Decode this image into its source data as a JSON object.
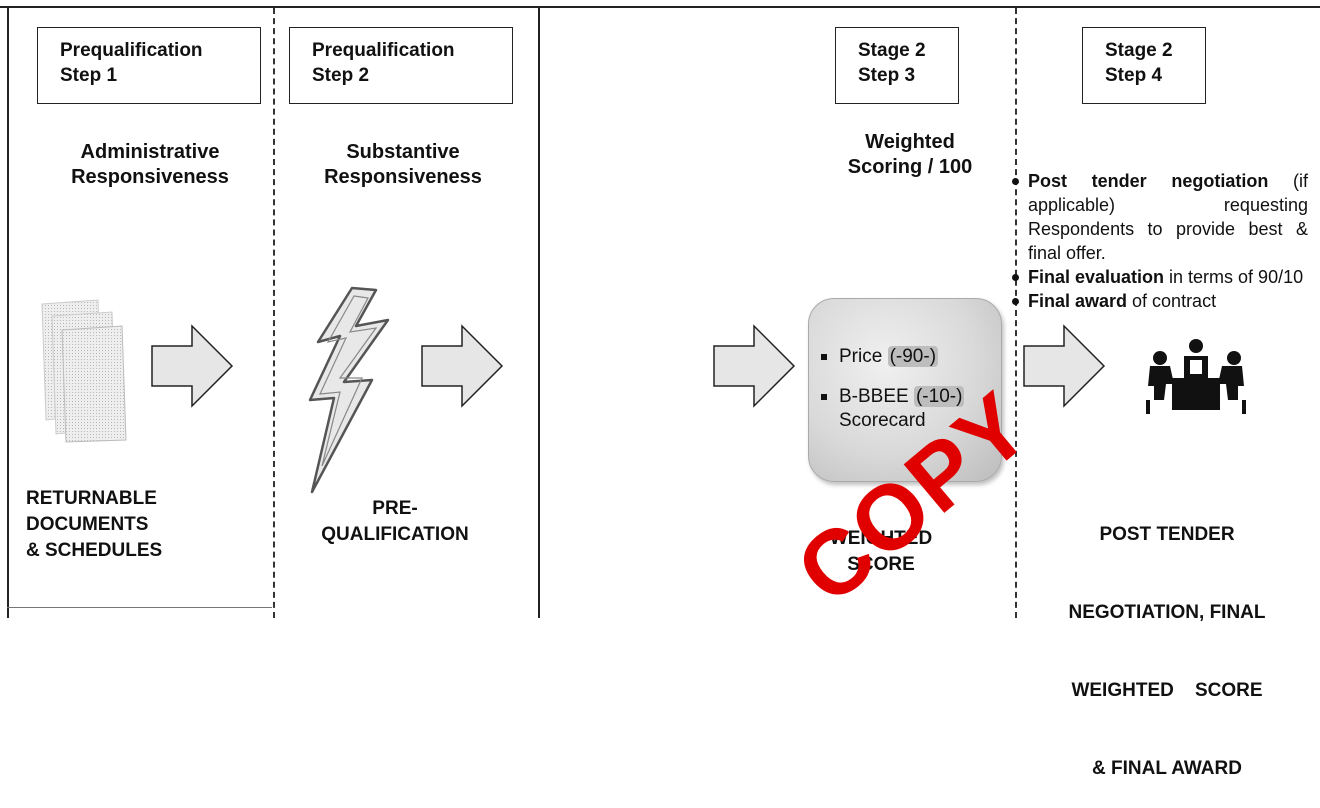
{
  "stages": [
    {
      "box": [
        "Prequalification",
        "Step 1"
      ],
      "heading": [
        "Administrative",
        "Responsiveness"
      ],
      "caption": [
        "RETURNABLE",
        "DOCUMENTS",
        "& SCHEDULES"
      ],
      "icon": "documents-stack-icon"
    },
    {
      "box": [
        "Prequalification",
        "Step 2"
      ],
      "heading": [
        "Substantive",
        "Responsiveness"
      ],
      "caption": [
        "PRE-",
        "QUALIFICATION"
      ],
      "icon": "lightning-bolt-icon"
    },
    {
      "box": [
        "Stage 2",
        "Step 3"
      ],
      "heading": [
        "Weighted",
        "Scoring / 100"
      ],
      "caption": [
        "WEIGHTED",
        "SCORE"
      ],
      "criteria": [
        {
          "label": "Price ",
          "value": "(-90-)"
        },
        {
          "label": "B-BBEE ",
          "value": "(-10-)",
          "extra": "Scorecard"
        }
      ]
    },
    {
      "box": [
        "Stage 2",
        "Step 4"
      ],
      "bullets": [
        {
          "bold": "Post tender negotiation",
          "text": " (if applicable) requesting Respondents to provide best & final offer."
        },
        {
          "bold": "Final evaluation",
          "text": " in terms of 90/10"
        },
        {
          "bold": "Final award",
          "text": " of contract"
        }
      ],
      "caption": [
        "POST TENDER",
        "NEGOTIATION, FINAL",
        "WEIGHTED    SCORE",
        "& FINAL AWARD"
      ],
      "icon": "meeting-table-icon"
    }
  ],
  "watermark": "COPY",
  "colors": {
    "watermark": "#e00000",
    "arrow_fill": "#e6e6e6",
    "outline": "#222222"
  }
}
